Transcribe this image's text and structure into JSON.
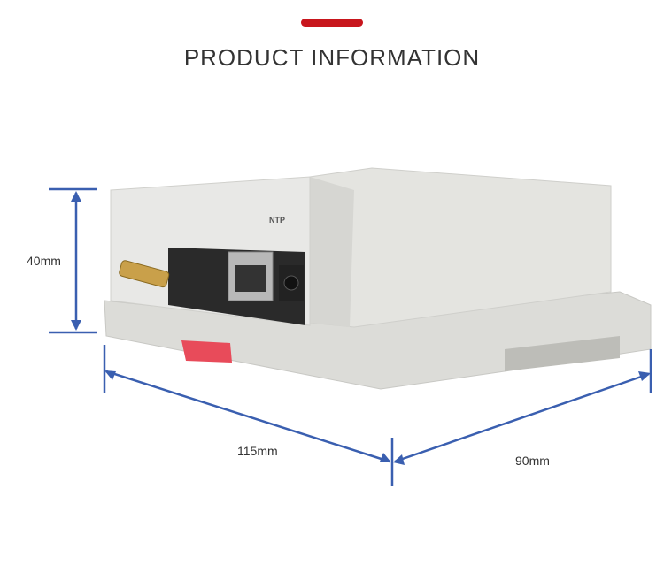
{
  "header": {
    "title": "PRODUCT INFORMATION",
    "accent_color": "#c8161d"
  },
  "dimensions": {
    "height": "40mm",
    "length": "115mm",
    "width": "90mm",
    "line_color": "#3a5fb0"
  },
  "device": {
    "port_label": "NTP"
  }
}
